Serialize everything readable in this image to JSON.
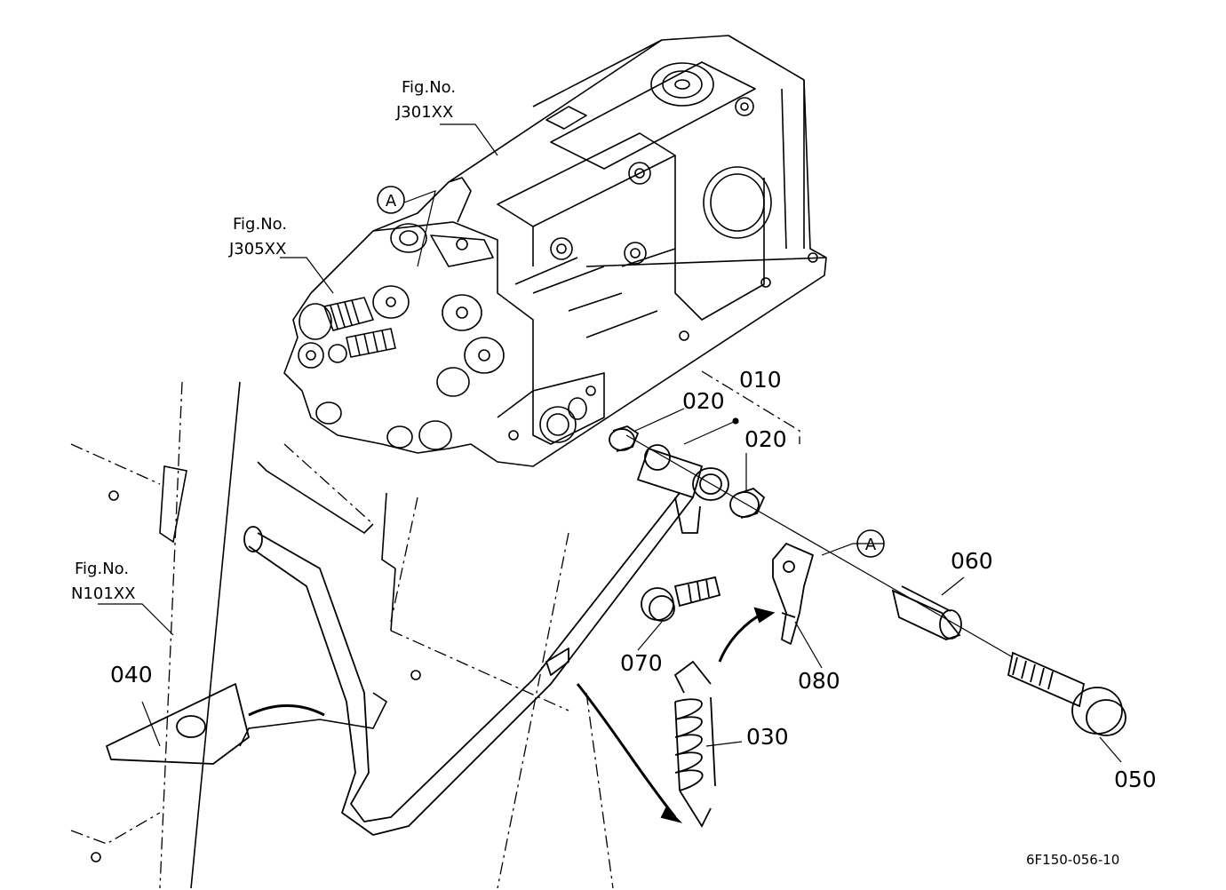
{
  "figure_refs": [
    {
      "line1": "Fig.No.",
      "line2": "J301XX"
    },
    {
      "line1": "Fig.No.",
      "line2": "J305XX"
    },
    {
      "line1": "Fig.No.",
      "line2": "N101XX"
    }
  ],
  "callout_marker": "A",
  "parts": {
    "p010": "010",
    "p020a": "020",
    "p020b": "020",
    "p030": "030",
    "p040": "040",
    "p050": "050",
    "p060": "060",
    "p070": "070",
    "p080": "080"
  },
  "drawing_code": "6F150-056-10"
}
